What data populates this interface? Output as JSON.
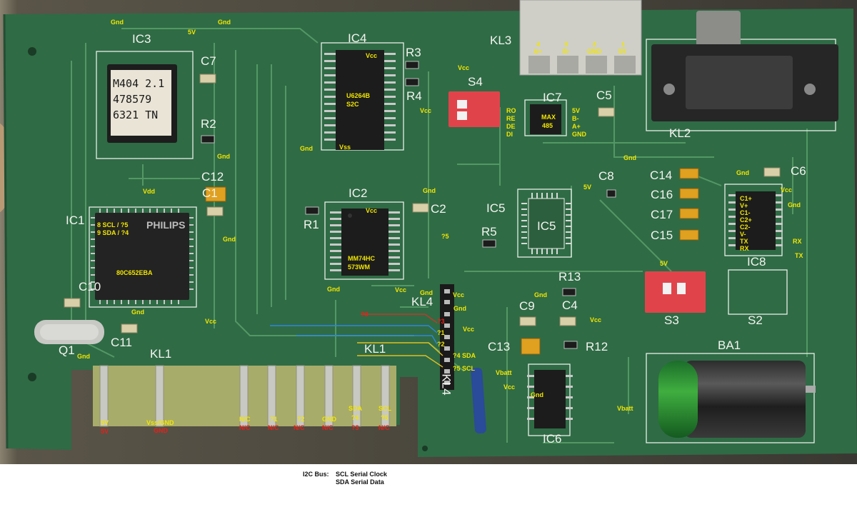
{
  "labels": {
    "ic3": "IC3",
    "ic4": "IC4",
    "ic2": "IC2",
    "ic1": "IC1",
    "ic5a": "IC5",
    "ic5b": "IC5",
    "ic6": "IC6",
    "ic7": "IC7",
    "ic8": "IC8",
    "kl1": "KL1",
    "kl1b": "KL1",
    "kl2": "KL2",
    "kl3": "KL3",
    "kl4a": "KL4",
    "kl4b": "KL4",
    "s2": "S2",
    "s3": "S3",
    "s4": "S4",
    "ba1": "BA1",
    "c1": "C1",
    "c2": "C2",
    "c4": "C4",
    "c5": "C5",
    "c6": "C6",
    "c7": "C7",
    "c8": "C8",
    "c9": "C9",
    "c10": "C10",
    "c11": "C11",
    "c12": "C12",
    "c13": "C13",
    "c14": "C14",
    "c15": "C15",
    "c16": "C16",
    "c17": "C17",
    "r1": "R1",
    "r2": "R2",
    "r3": "R3",
    "r4": "R4",
    "r5": "R5",
    "r12": "R12",
    "r13": "R13",
    "q1": "Q1"
  },
  "chips": {
    "ic3_line1": "M404 2.1",
    "ic3_line2": "478579",
    "ic3_line3": "6321 TN",
    "ic4_line1": "U6264B",
    "ic4_line2": "S2C",
    "ic2_line1": "MM74HC",
    "ic2_line2": "573WM",
    "ic1_line1": "80C652EBA",
    "ic1_brand": "PHILIPS",
    "ic7_line1": "MAX",
    "ic7_line2": "485"
  },
  "annotations": {
    "gnd_top1": "Gnd",
    "v5_top": "5V",
    "gnd_top2": "Gnd",
    "vcc_ic4": "Vcc",
    "gnd_ic4": "Gnd",
    "vss_ic4": "Vss",
    "vcc_right_ic4": "Vcc",
    "gnd_r2": "Gnd",
    "vdd": "Vdd",
    "scl_ic1": "8 SCL / ?5",
    "sda_ic1": "9 SDA / ?4",
    "gnd_c1": "Gnd",
    "gnd_ic1": "Gnd",
    "vcc_ic1": "Vcc",
    "gnd_q1": "Gnd",
    "gnd_ic2top": "Gnd",
    "vcc_ic2": "Vcc",
    "gnd_ic2": "Gnd",
    "vcc_ic2b": "Vcc",
    "q5": "?5",
    "vcc_s4": "Vcc",
    "ro": "RO",
    "re": "RE",
    "de": "DE",
    "di": "DI",
    "v5_ic7": "5V",
    "bminus": "B-",
    "aplus_ic7": "A+",
    "gnd_ic7": "GND",
    "kl3_4": "4",
    "kl3_4b": "A+",
    "kl3_3": "3",
    "kl3_3b": "B-",
    "kl3_2": "2",
    "kl3_2b": "GND",
    "kl3_1": "1",
    "kl3_1b": "5V",
    "gnd_c6": "Gnd",
    "gnd_kl2": "Gnd",
    "v5_c8": "5V",
    "c1plus": "C1+",
    "vplus": "V+",
    "c1minus": "C1-",
    "c2plus": "C2+",
    "c2minus": "C2-",
    "vminus": "V-",
    "tx_ic8": "TX",
    "rx_ic8": "RX",
    "vcc_ic8": "Vcc",
    "gnd_ic8": "Gnd",
    "rx_right": "RX",
    "tx_right": "TX",
    "v5_s3": "5V",
    "kl4_vcc": "Vcc",
    "kl4_gnd1": "Gnd",
    "kl4_gnd2": "Gnd",
    "kl4_vcc2": "Vcc",
    "kl4_q3": "?3",
    "kl4_q1": "?1",
    "kl4_q2": "?2",
    "kl4_q4": "?4 SDA",
    "kl4_q5": "?5 SCL",
    "red_q3": "?3",
    "gnd_c9": "Gnd",
    "vcc_c4": "Vcc",
    "vbatt_ic6": "Vbatt",
    "vcc_ic6": "Vcc",
    "gnd_ic6": "Gnd",
    "vbatt_ba1": "Vbatt",
    "pin_5v": "5V",
    "pin_vss": "Vss/GND",
    "pin_nc1": "N/C",
    "pin_q1": "?1",
    "pin_q2": "?2",
    "pin_gnd": "GND",
    "pin_sda": "SDA",
    "pin_q4": "?4",
    "pin_scl": "SCL",
    "pin_q5": "?5",
    "red_5v": "5V",
    "red_gnd": "GND",
    "red_nc1": "N/C",
    "red_nc2": "N/C",
    "red_nc3": "N/C",
    "red_nc4": "N/C",
    "red_q3b": "?3",
    "red_nc5": "N/C"
  },
  "caption": {
    "bus": "I2C Bus:",
    "scl": "SCL Serial Clock",
    "sda": "SDA Serial Data"
  }
}
